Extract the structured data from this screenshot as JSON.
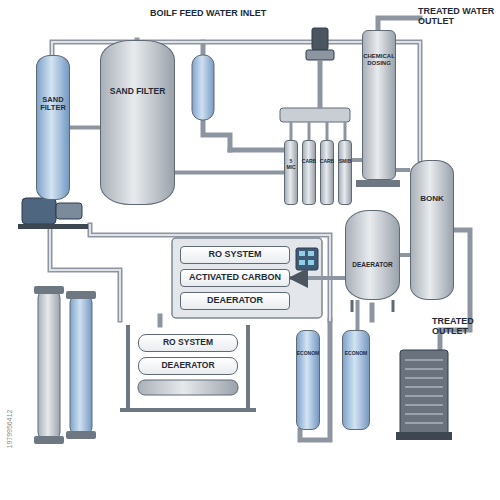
{
  "diagram": {
    "nodes": [
      {
        "text": [
          "SAND FILTER"
        ]
      },
      {
        "text": [
          "SAND FILTER"
        ]
      },
      {
        "text": [
          "5 MIC"
        ]
      },
      {
        "text": [
          "CARB"
        ]
      },
      {
        "text": [
          "CARB"
        ]
      },
      {
        "text": [
          "SMIB"
        ]
      },
      {
        "text": [
          "CHEMICAL DOSING"
        ]
      },
      {
        "text": [
          "BONK"
        ]
      },
      {
        "text": [
          "RO SYSTEM"
        ]
      },
      {
        "text": [
          "ACTIVATED CARBON"
        ]
      },
      {
        "text": [
          "DEAERATOR"
        ]
      },
      {
        "text": [
          "DEAERATOR"
        ]
      },
      {
        "text": [
          "RO SYSTEM"
        ]
      },
      {
        "text": [
          "DEAERATOR"
        ]
      },
      {
        "text": [
          "ECONOM"
        ]
      },
      {
        "text": [
          "ECONOM"
        ]
      }
    ],
    "edges": [
      {
        "from": 0,
        "to": 1,
        "arrow": "none"
      },
      {
        "from": 1,
        "to": 2,
        "arrow": "none"
      },
      {
        "from": 5,
        "to": 6,
        "arrow": "none"
      },
      {
        "from": 6,
        "to": 7,
        "arrow": "none"
      },
      {
        "from": 11,
        "to": 9,
        "arrow": "to"
      },
      {
        "from": 11,
        "to": 7,
        "arrow": "none"
      },
      {
        "from": 11,
        "to": 15,
        "arrow": "none"
      }
    ],
    "labels": [
      "BOILF FEED WATER INLET",
      "TREATED WATER OUTLET",
      "TREATED OUTLET",
      "1979956412"
    ]
  }
}
